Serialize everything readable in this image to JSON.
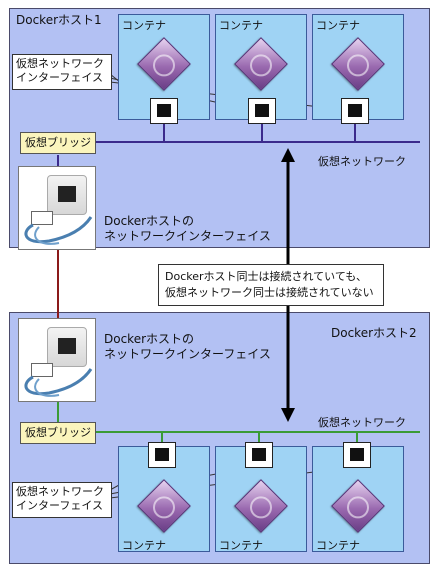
{
  "host1": {
    "title": "Dockerホスト1"
  },
  "host2": {
    "title": "Dockerホスト2"
  },
  "container_label": "コンテナ",
  "veth_label": {
    "line1": "仮想ネットワーク",
    "line2": "インターフェイス"
  },
  "bridge_label": "仮想ブリッジ",
  "virtual_network_label": "仮想ネットワーク",
  "host_nic_label": {
    "line1": "Dockerホストの",
    "line2": "ネットワークインターフェイス"
  },
  "note": {
    "line1": "Dockerホスト同士は接続されていても、",
    "line2": "仮想ネットワーク同士は接続されていない"
  },
  "colors": {
    "host_bg": "#b3c1f3",
    "container_bg": "#9fd3f4",
    "bridge_bg": "#fbf5bd",
    "network1_line": "#3b2a8c",
    "network2_line": "#3a9b35",
    "physical_link": "#8b1a1a"
  },
  "icons": [
    "container-gem-icon",
    "ethernet-port-icon",
    "nic-socket-icon",
    "ethernet-cable-icon",
    "double-arrow-icon"
  ]
}
